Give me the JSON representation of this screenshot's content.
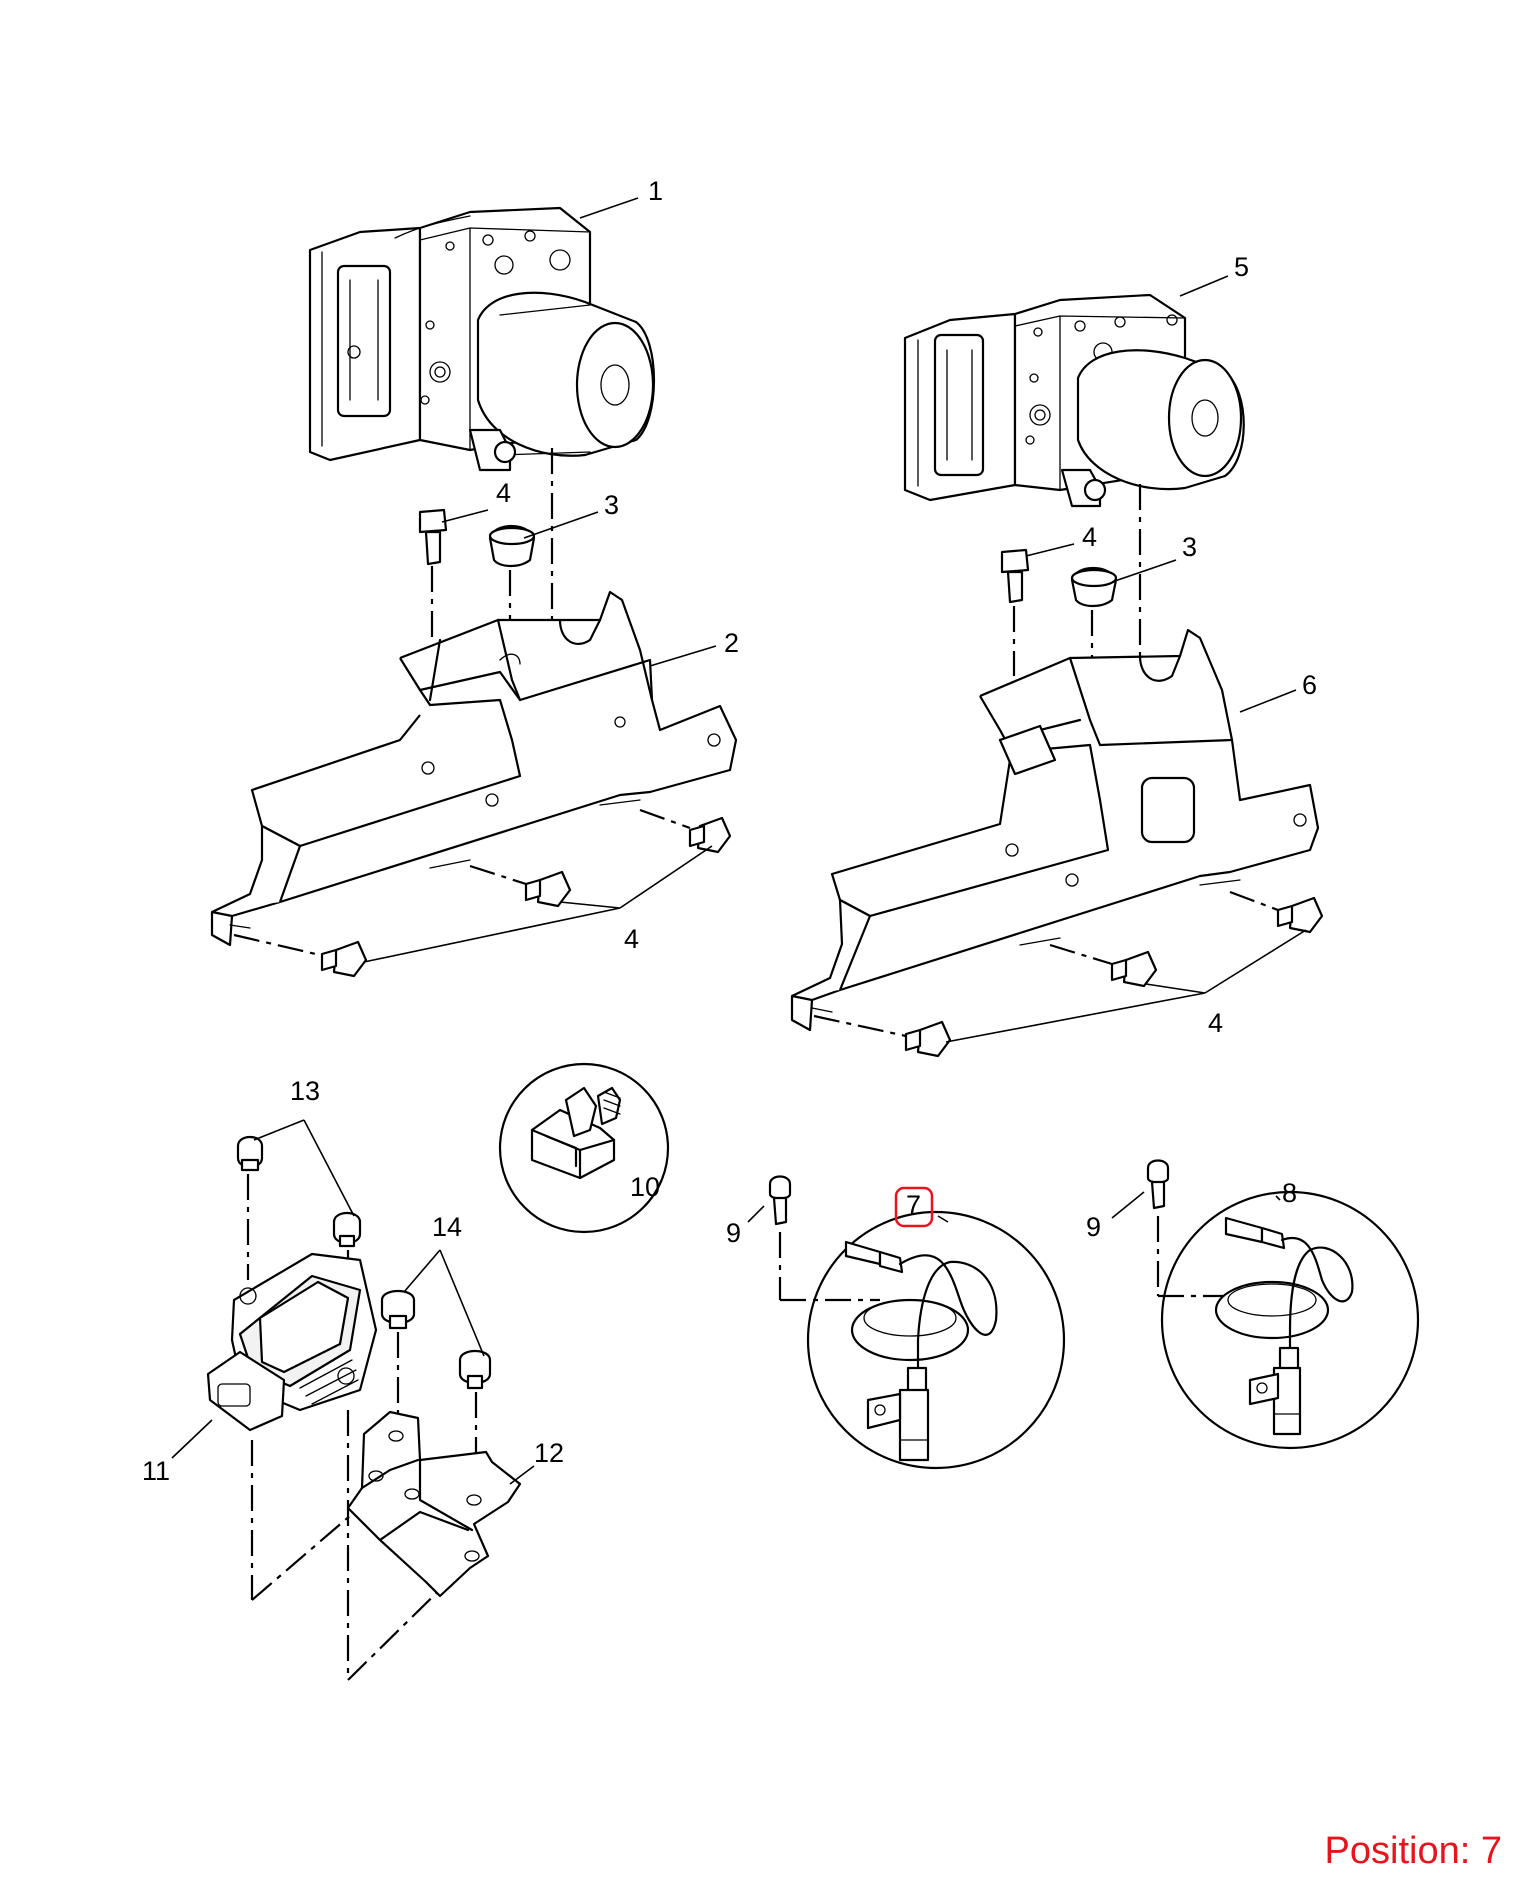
{
  "callouts": {
    "c1": "1",
    "c2": "2",
    "c3a": "3",
    "c3b": "3",
    "c4a": "4",
    "c4b": "4",
    "c4c": "4",
    "c4d": "4",
    "c5": "5",
    "c6": "6",
    "c7": "7",
    "c8": "8",
    "c9a": "9",
    "c9b": "9",
    "c10": "10",
    "c11": "11",
    "c12": "12",
    "c13": "13",
    "c14": "14"
  },
  "highlight": {
    "callout": "7",
    "color": "#e8141b"
  },
  "position_label": {
    "text": "Position: 7",
    "color": "#e8141b"
  }
}
